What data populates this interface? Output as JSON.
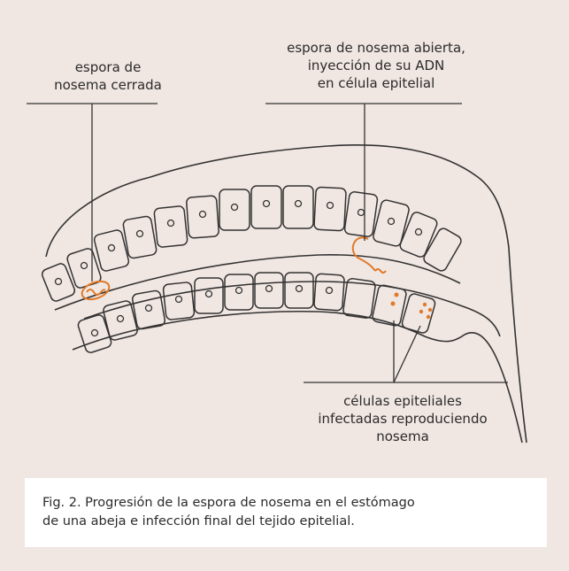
{
  "labels": {
    "closed_spore": "espora de\nnosema cerrada",
    "open_spore": "espora de nosema abierta,\ninyección de su ADN\nen célula epitelial",
    "infected_cells": "células epiteliales\ninfectadas reproduciendo\nnosema"
  },
  "caption": "Fig. 2. Progresión de la espora de nosema en el estómago\nde una abeja e infección final del tejido epitelial.",
  "colors": {
    "background": "#f0e6e2",
    "outline": "#333333",
    "spore": "#e07a2a",
    "caption_box": "#ffffff"
  }
}
